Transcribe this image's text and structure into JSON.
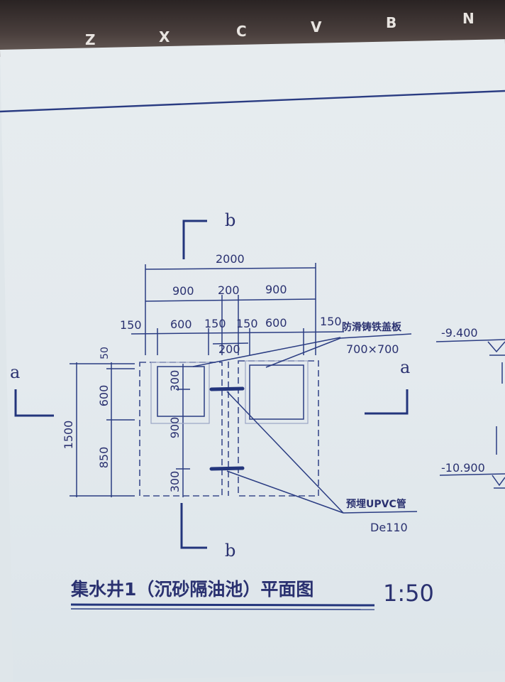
{
  "keyboard": {
    "keys": [
      "Z",
      "X",
      "C",
      "V",
      "B",
      "N"
    ]
  },
  "section_marks": {
    "a": "a",
    "b": "b"
  },
  "dimensions": {
    "top_total": "2000",
    "top_900_left": "900",
    "top_200": "200",
    "top_900_right": "900",
    "row_150_a": "150",
    "row_600_a": "600",
    "row_150_b": "150",
    "row_150_c": "150",
    "row_600_b": "600",
    "row_150_d": "150",
    "mid_200": "200",
    "left_total": "1500",
    "left_50": "50",
    "left_600": "600",
    "left_850": "850",
    "inner_300_top": "300",
    "inner_900": "900",
    "inner_300_bottom": "300"
  },
  "annotations": {
    "cover_label": "防滑铸铁盖板",
    "cover_size": "700×700",
    "pipe_label": "预埋UPVC管",
    "pipe_size": "De110"
  },
  "levels": {
    "upper": "-9.400",
    "lower": "-10.900"
  },
  "title": "集水井1（沉砂隔油池）平面图",
  "scale": "1:50"
}
